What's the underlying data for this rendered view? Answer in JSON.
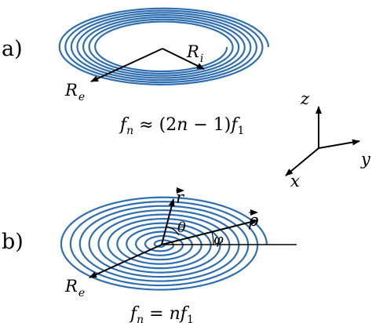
{
  "panel_a": {
    "label": "a)",
    "outer_radius_label": "R",
    "outer_radius_sub": "e",
    "inner_radius_label": "R",
    "inner_radius_sub": "i",
    "formula": {
      "f": "f",
      "sub_n": "n",
      "approx": " ≈ (2",
      "n": "n",
      "rest": " − 1)",
      "f1": "f",
      "sub_1": "1"
    }
  },
  "axes": {
    "z_label": "z",
    "y_label": "y",
    "x_label": "x"
  },
  "panel_b": {
    "label": "b)",
    "outer_radius_label": "R",
    "outer_radius_sub": "e",
    "r_vector_label": "r",
    "rho_vector_label": "ρ",
    "theta_label": "θ",
    "phi_label": "φ",
    "formula": {
      "f": "f",
      "sub_n": "n",
      "eq": " = ",
      "n": "n",
      "f1": "f",
      "sub_1": "1"
    }
  },
  "colors": {
    "coil": "#2f6fb0",
    "ink": "#000000"
  }
}
